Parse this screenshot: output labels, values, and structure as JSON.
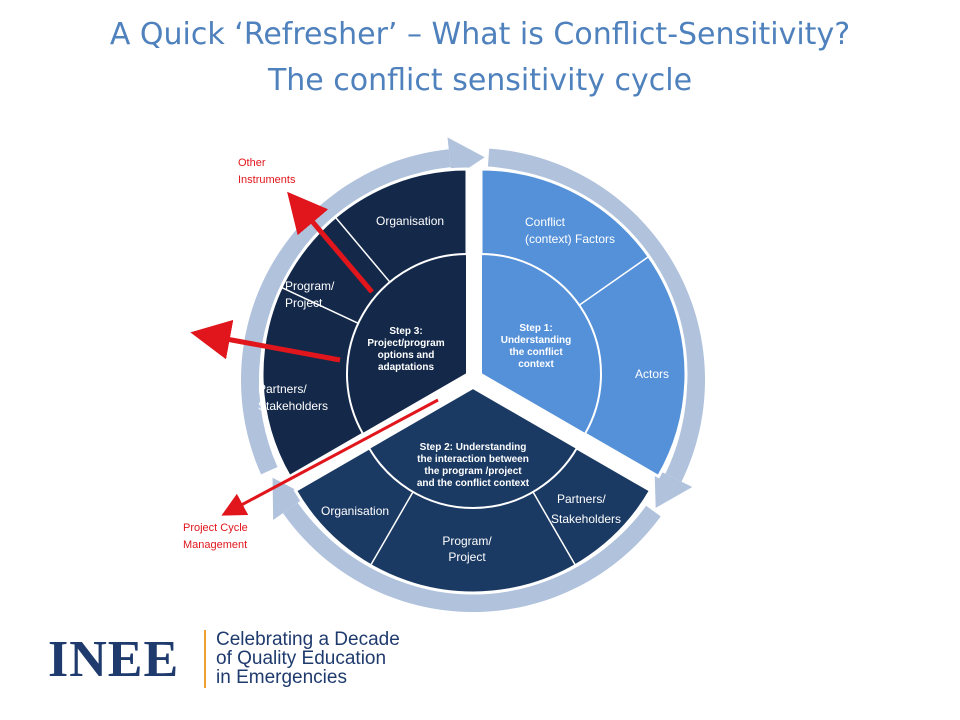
{
  "header": {
    "title_line1": "A Quick ‘Refresher’ – What is Conflict-Sensitivity?",
    "title_line2": "The conflict sensitivity cycle"
  },
  "diagram": {
    "step1": {
      "label": [
        "Step 1:",
        "Understanding",
        "the conflict",
        "context"
      ],
      "factors": [
        "Conflict",
        "(context) Factors"
      ],
      "actors": "Actors"
    },
    "step2": {
      "label": [
        "Step 2: Understanding",
        "the interaction between",
        "the program /project",
        "and the conflict context"
      ],
      "partners": [
        "Partners/",
        "Stakeholders"
      ],
      "program": [
        "Program/",
        "Project"
      ],
      "organisation": "Organisation"
    },
    "step3": {
      "label": [
        "Step 3:",
        "Project/program",
        "options and",
        "adaptations"
      ],
      "organisation": "Organisation",
      "program": [
        "Program/",
        "Project"
      ],
      "partners": [
        "Partners/",
        "Stakeholders"
      ]
    },
    "outputs": {
      "other_instruments": [
        "Other",
        "Instruments"
      ],
      "project_cycle": [
        "Project Cycle",
        "Management"
      ]
    },
    "colors": {
      "step1": "#5591d9",
      "step2": "#1b3a63",
      "step3": "#14294a",
      "ring": "#b0c2dc",
      "arrow_red": "#e0161c",
      "title": "#4f81bd"
    }
  },
  "footer": {
    "logo_text": "INEE",
    "tagline": [
      "Celebrating a Decade",
      "of Quality Education",
      "in Emergencies"
    ]
  }
}
